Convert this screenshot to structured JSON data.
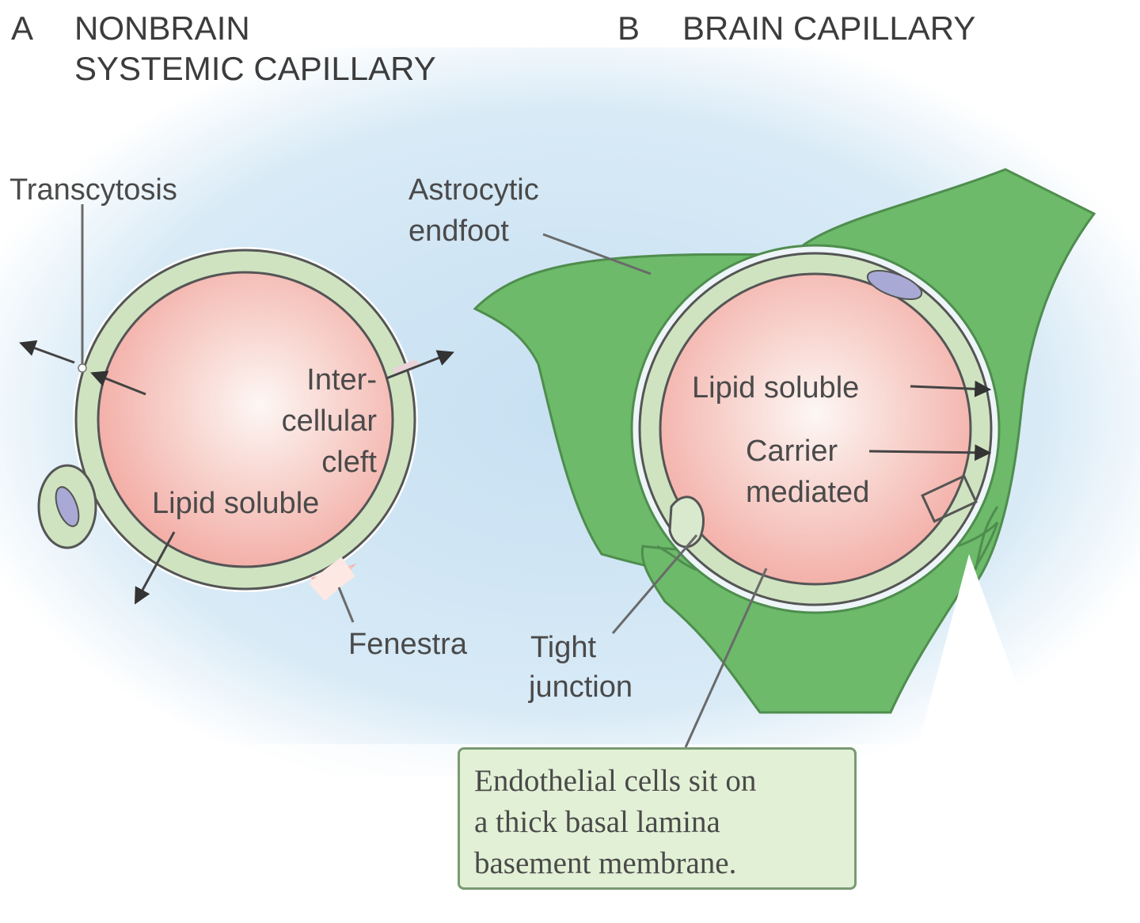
{
  "panel_a": {
    "letter": "A",
    "title_line1": "NONBRAIN",
    "title_line2": "SYSTEMIC CAPILLARY",
    "labels": {
      "transcytosis": "Transcytosis",
      "inter_1": "Inter-",
      "inter_2": "cellular",
      "inter_3": "cleft",
      "lipid_soluble": "Lipid soluble",
      "fenestra": "Fenestra"
    }
  },
  "panel_b": {
    "letter": "B",
    "title": "BRAIN CAPILLARY",
    "labels": {
      "astro_1": "Astrocytic",
      "astro_2": "endfoot",
      "lipid_soluble": "Lipid soluble",
      "carrier_1": "Carrier",
      "carrier_2": "mediated",
      "tight_1": "Tight",
      "tight_2": "junction"
    },
    "note_lines": [
      "Endothelial cells sit on",
      "a thick basal lamina",
      "basement membrane."
    ]
  },
  "colors": {
    "lumen_center": "#fdf7f4",
    "lumen_edge": "#f2aaa2",
    "endothelium": "#cfe3c1",
    "astrocyte": "#6cba6a",
    "nucleus": "#a9a9d6",
    "background_glow": "#c7e0f2",
    "note_fill": "#e2f1d6"
  }
}
